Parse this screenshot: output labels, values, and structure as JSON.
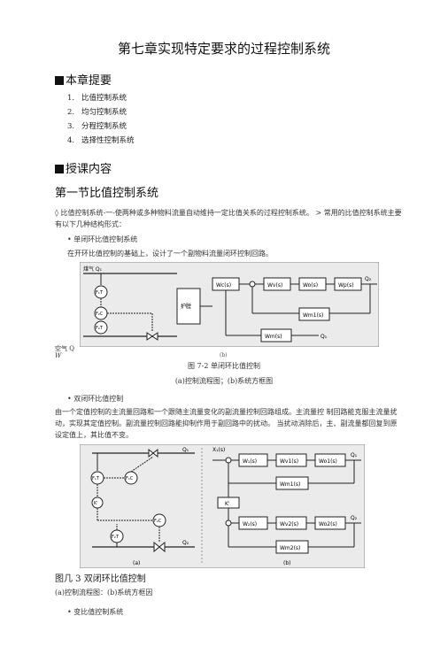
{
  "doc": {
    "title": "第七章实现特定要求的过程控制系统",
    "section_summary": "本章提要",
    "toc": [
      {
        "n": "1.",
        "text": "比值控制系统"
      },
      {
        "n": "2.",
        "text": "均匀控制系统"
      },
      {
        "n": "3.",
        "text": "分程控制系统"
      },
      {
        "n": "4.",
        "text": "选择性控制系统"
      }
    ],
    "section_content": "授课内容",
    "subsection": "第一节比值控制系统",
    "intro": "◊ 比值控制系统-一-使两种或多种物料流量自动维持一定比值关系的过程控制系统。 > 常用的比值控制系统主要有以下几种结构形式：",
    "bullet1": "•  单闭环比值控制系统",
    "bullet1_text": "在开环比值控制的基础上，设计了一个副物料流量闭环控制回路。",
    "fig1_label_left": "空气 Q",
    "fig1_label_w": "W",
    "fig1_small": "(b)",
    "fig1_caption": "图 7-2 单闭环比值控制",
    "fig1_sub": "(a)控制流程图；(b)系统方框图",
    "bullet2": "•  双闭环比值控制",
    "bullet2_text": "由一个定值控制的主流量回路和一个跟随主流量变化的副流量控制回路组成。主流量控  制回路能克服主流量扰动，实现其定值控制。副流量控制回路能抑制作用于副回路中的扰动。  当扰动消除后，主、副流量都回复到原设定值上，其比值不变。",
    "fig2_caption": "图几 3 双闭环比值控制",
    "fig2_sub": "(a)控制流程图：(b)系统方框因",
    "bullet3": "•  变比值控制系统"
  },
  "fig1": {
    "left_labels": [
      "煤气 Q₁",
      "F₁T",
      "F₂C",
      "F₂T",
      "护膛"
    ],
    "blocks": [
      "Wc(s)",
      "Wv(s)",
      "Wo(s)",
      "Wp(s)",
      "Wm(s)",
      "Wm1(s)"
    ],
    "out": "Q₂",
    "in": "Q₁"
  },
  "fig2": {
    "left_labels": [
      "Q₁",
      "F₁T",
      "F₁C",
      "K'",
      "F₂C",
      "F₂T",
      "Q₂",
      "(a)"
    ],
    "blocks_top": [
      "W₁(s)",
      "Wv1(s)",
      "Wo1(s)",
      "Wm1(s)"
    ],
    "blocks_bot": [
      "W₂(s)",
      "Wv2(s)",
      "Wo2(s)",
      "Wm2(s)"
    ],
    "k_block": "K'",
    "x_in": "X₁(s)",
    "out_top": "Q₁",
    "out_bot": "Q₂",
    "b_label": "(b)"
  }
}
